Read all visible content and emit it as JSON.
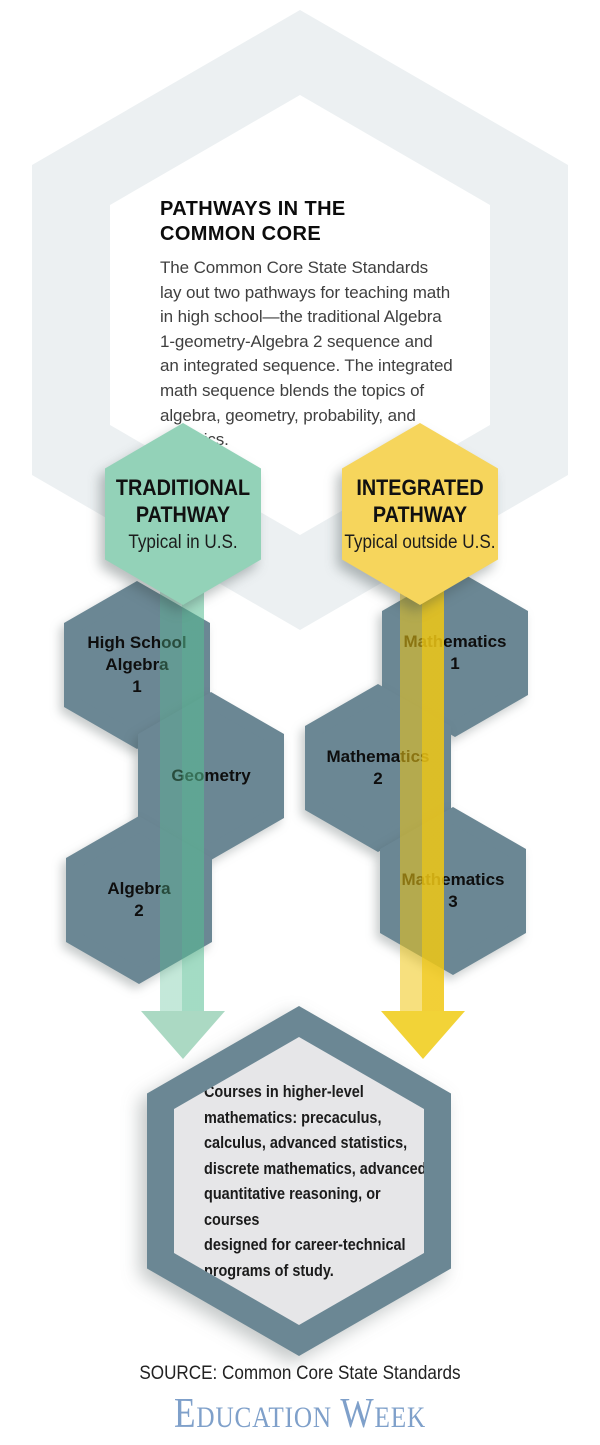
{
  "intro": {
    "title": "PATHWAYS IN THE\nCOMMON CORE",
    "body": "The Common Core State Standards\nlay out two pathways for teaching math\nin high school—the traditional Algebra\n1-geometry-Algebra 2 sequence and\nan integrated sequence. The integrated\nmath sequence blends the topics of\nalgebra, geometry, probability, and\nstatistics."
  },
  "pathways": {
    "traditional": {
      "title": "TRADITIONAL\nPATHWAY",
      "subtitle": "Typical in U.S.",
      "color": "#93D2B8",
      "course_fill": "#DAEDE4",
      "ribbon_color": "#ABD9C3",
      "courses": [
        {
          "label": "High School\nAlgebra\n1"
        },
        {
          "label": "Geometry"
        },
        {
          "label": "Algebra\n2"
        }
      ]
    },
    "integrated": {
      "title": "INTEGRATED\nPATHWAY",
      "subtitle": "Typical outside U.S.",
      "color": "#F6D55C",
      "course_fill": "#F7E8B0",
      "ribbon_color": "#F2D337",
      "courses": [
        {
          "label": "Mathematics\n1"
        },
        {
          "label": "Mathematics\n2"
        },
        {
          "label": "Mathematics\n3"
        }
      ]
    }
  },
  "outcome": {
    "text": "Courses in higher-level\nmathematics: precaculus,\ncalculus, advanced statistics,\ndiscrete mathematics, advanced\nquantitative reasoning, or courses\ndesigned for career-technical\nprograms of study."
  },
  "footer": {
    "source": "SOURCE: Common Core State Standards",
    "logo": {
      "cap1": "E",
      "rest1": "DUCATION",
      "cap2": "W",
      "rest2": "EEK"
    }
  },
  "colors": {
    "hex_border": "#6B8794",
    "background_hex": "#ECF0F2",
    "outcome_fill": "#E6E6E8",
    "logo_blue": "#7FA0CA"
  }
}
